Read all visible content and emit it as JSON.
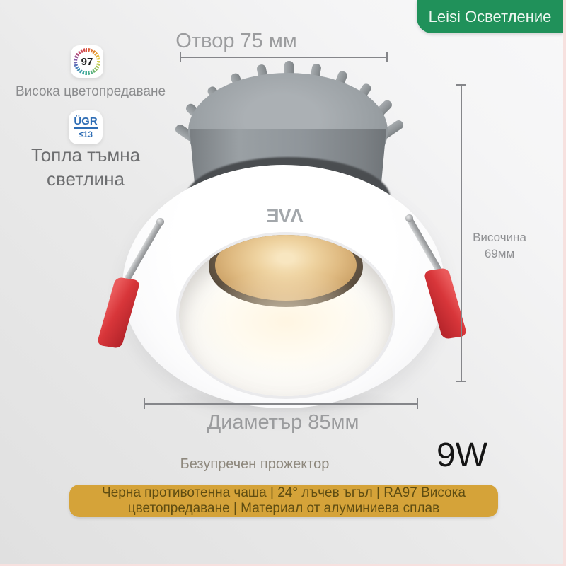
{
  "brand_badge": {
    "label": "Leisi Осветление"
  },
  "features": {
    "cri": {
      "value": "97",
      "label": "Висока цветопредаване"
    },
    "ugr": {
      "top": "ÜGR",
      "bottom": "≤13",
      "label": "Топла тъмна\nсветлина"
    }
  },
  "dimensions": {
    "opening": {
      "label": "Отвор 75 мм"
    },
    "height": {
      "line1": "Височина",
      "line2": "69мм"
    },
    "diameter": {
      "label": "Диаметър 85мм"
    }
  },
  "product": {
    "logo": "ƎVΛ"
  },
  "footer": {
    "tagline": "Безупречен прожектор",
    "wattage": "9W",
    "banner_line1": "Черна противотенна чаша | 24° лъчев ъгъл | RA97 Висока",
    "banner_line2": "цветопредаване | Материал от алуминиева сплав"
  },
  "colors": {
    "brand_green": "#20915a",
    "banner_gold": "#d5a339",
    "banner_text": "#5f4d12",
    "accent_red": "#d8363a",
    "dimension_gray": "#85868a"
  }
}
